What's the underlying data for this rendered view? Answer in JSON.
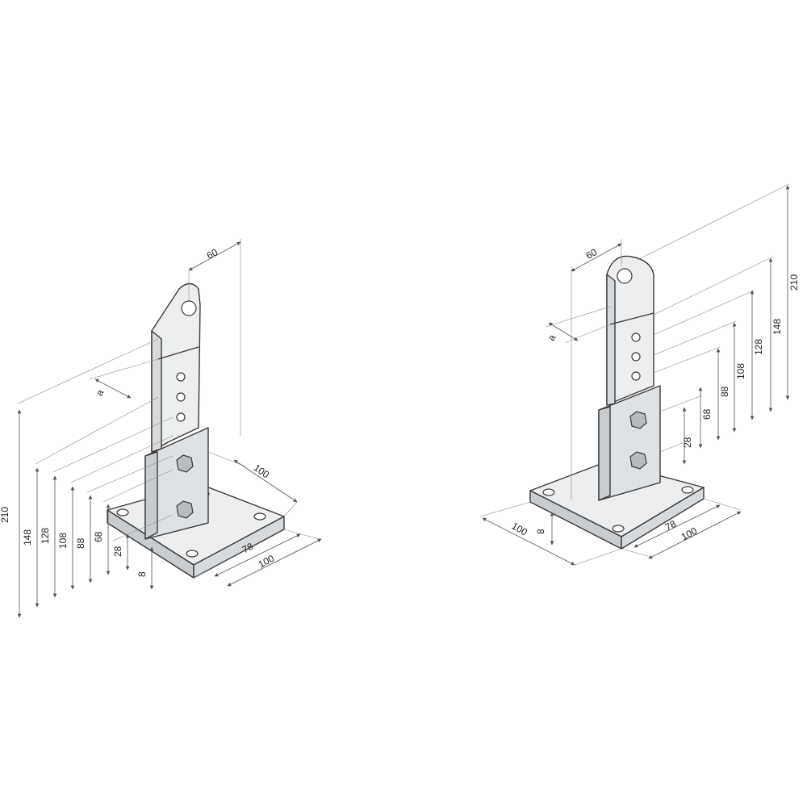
{
  "colors": {
    "background": "#ffffff",
    "metal_light": "#eceeef",
    "metal_mid": "#dfe2e4",
    "metal_dark": "#c9cdd0",
    "outline": "#3a3a3a",
    "dimension_line": "#555555"
  },
  "left_view": {
    "width_top": "60",
    "hole_pitch": "a",
    "heights": [
      "210",
      "148",
      "128",
      "108",
      "88",
      "68",
      "28",
      "8"
    ],
    "base_depth": "100",
    "base_width_inner": "78",
    "base_width_outer": "100"
  },
  "right_view": {
    "width_top": "60",
    "hole_pitch": "a",
    "heights": [
      "28",
      "68",
      "88",
      "108",
      "128",
      "148",
      "210"
    ],
    "plate_thickness": "8",
    "base_depth": "100",
    "base_width_inner": "78",
    "base_width_outer": "100"
  }
}
